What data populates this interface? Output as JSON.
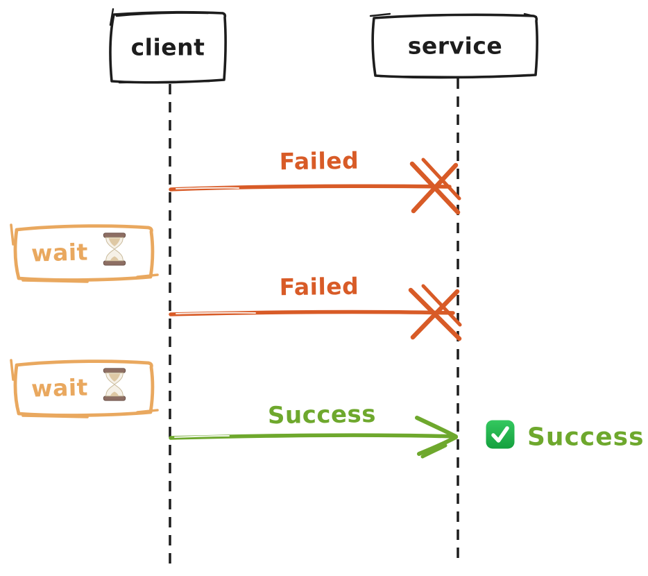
{
  "diagram": {
    "type": "sequence",
    "actors": [
      {
        "id": "client",
        "label": "client"
      },
      {
        "id": "service",
        "label": "service"
      }
    ],
    "messages": [
      {
        "from": "client",
        "to": "service",
        "label": "Failed",
        "status": "failed",
        "end_marker": "x-cross"
      },
      {
        "from": "client",
        "to": "service",
        "label": "Failed",
        "status": "failed",
        "end_marker": "x-cross"
      },
      {
        "from": "client",
        "to": "service",
        "label": "Success",
        "status": "success",
        "end_marker": "open-arrowhead"
      }
    ],
    "wait_boxes": [
      {
        "label": "wait",
        "icon": "hourglass-icon"
      },
      {
        "label": "wait",
        "icon": "hourglass-icon"
      }
    ],
    "result": {
      "icon": "check-icon",
      "label": "Success"
    },
    "colors": {
      "ink": "#1d1d1d",
      "failed": "#d85b27",
      "success": "#6ea82d",
      "wait_accent": "#e9a85f",
      "check_green": "#21b14c"
    }
  }
}
